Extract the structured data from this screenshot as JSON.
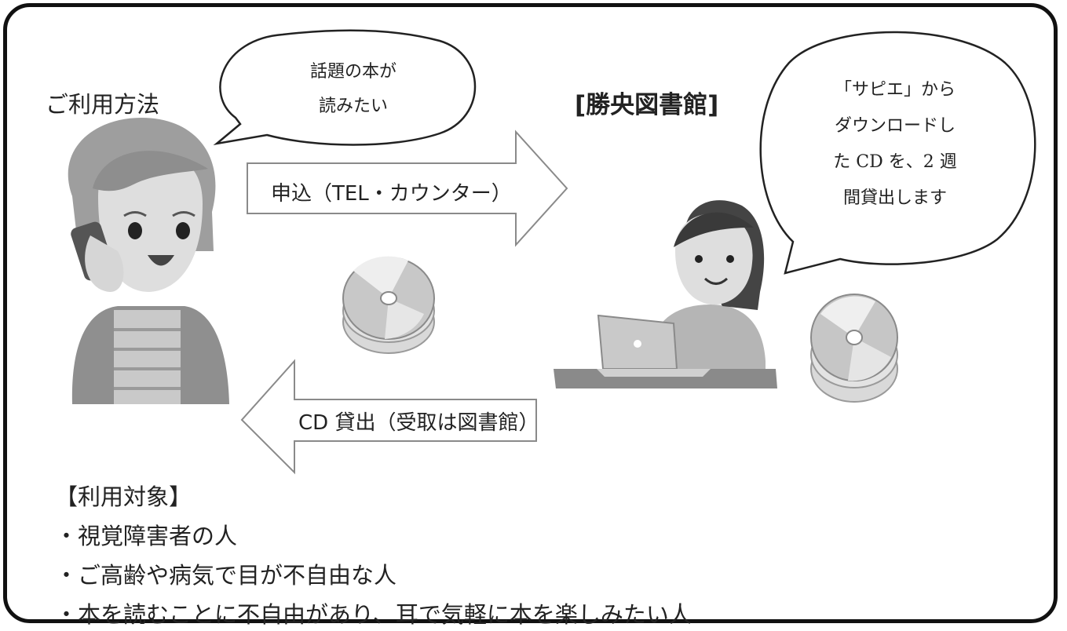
{
  "heading_usage": "ご利用方法",
  "heading_library": "[勝央図書館]",
  "bubble_user": [
    "話題の本が",
    "読みたい"
  ],
  "bubble_library": [
    "「サピエ」から",
    "ダウンロードし",
    "た CD を、2 週",
    "間貸出します"
  ],
  "arrow_request": "申込（TEL・カウンター）",
  "arrow_lending": "CD 貸出（受取は図書館）",
  "eligibility": {
    "title": "【利用対象】",
    "items": [
      "・視覚障害者の人",
      "・ご高齢や病気で目が不自由な人",
      "・本を読むことに不自由があり、耳で気軽に本を楽しみたい人"
    ]
  },
  "icons": [
    "woman-on-phone-illustration",
    "librarian-at-laptop-illustration",
    "cd-stack-icon"
  ],
  "colors": {
    "border": "#111111",
    "arrow_fill": "#ffffff",
    "arrow_stroke": "#8a8a8a",
    "illustration_gray": "#a9a9a9"
  }
}
